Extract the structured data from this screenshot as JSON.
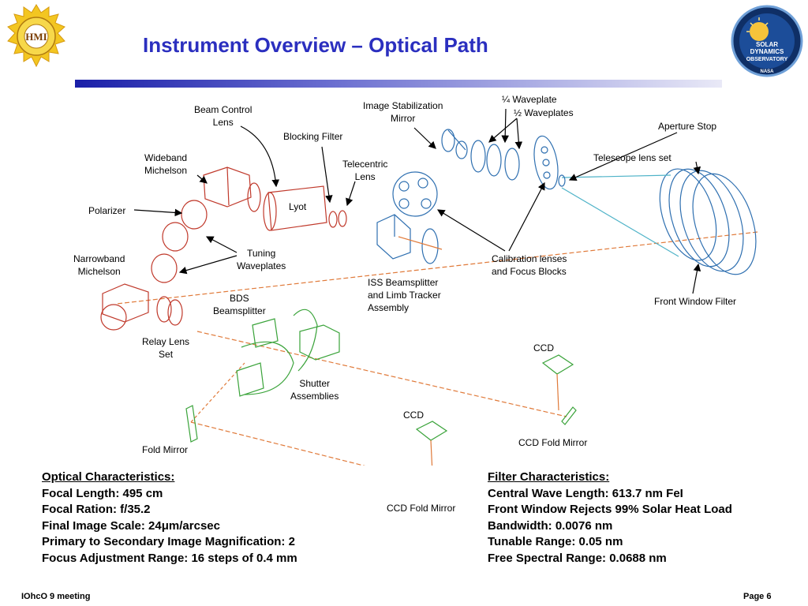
{
  "header": {
    "title": "Instrument Overview – Optical Path",
    "logo_left_text": "HMI",
    "logo_right_lines": [
      "SOLAR",
      "DYNAMICS",
      "OBSERVATORY",
      "NASA"
    ]
  },
  "labels": {
    "beam_control_lens": [
      "Beam Control",
      "Lens"
    ],
    "image_stabilization_mirror": [
      "Image Stabilization",
      "Mirror"
    ],
    "quarter_waveplate": "¼ Waveplate",
    "half_waveplates": "½ Waveplates",
    "aperture_stop": "Aperture Stop",
    "blocking_filter": "Blocking Filter",
    "wideband_michelson": [
      "Wideband",
      "Michelson"
    ],
    "telecentric_lens": [
      "Telecentric",
      "Lens"
    ],
    "telescope_lens_set": "Telescope lens set",
    "polarizer": "Polarizer",
    "lyot": "Lyot",
    "narrowband_michelson": [
      "Narrowband",
      "Michelson"
    ],
    "tuning_waveplates": [
      "Tuning",
      "Waveplates"
    ],
    "calibration_lenses": [
      "Calibration lenses",
      "and Focus Blocks"
    ],
    "iss_beamsplitter": [
      "ISS Beamsplitter",
      "and Limb Tracker",
      "Assembly"
    ],
    "bds_beamsplitter": [
      "BDS",
      "Beamsplitter"
    ],
    "front_window_filter": "Front Window Filter",
    "relay_lens_set": [
      "Relay Lens",
      "Set"
    ],
    "ccd_upper": "CCD",
    "shutter_assemblies": [
      "Shutter",
      "Assemblies"
    ],
    "ccd_lower": "CCD",
    "ccd_fold_mirror_upper": "CCD Fold Mirror",
    "fold_mirror": "Fold Mirror",
    "ccd_fold_mirror_lower": "CCD Fold Mirror"
  },
  "optical_characteristics": {
    "heading": "Optical Characteristics:",
    "lines": [
      "Focal Length: 495 cm",
      "Focal Ration: f/35.2",
      "Final Image Scale: 24μm/arcsec",
      "Primary to Secondary Image Magnification: 2",
      "Focus Adjustment Range: 16 steps of 0.4 mm"
    ]
  },
  "filter_characteristics": {
    "heading": "Filter Characteristics:",
    "lines": [
      "Central Wave Length: 613.7 nm FeI",
      "Front Window Rejects 99% Solar Heat Load",
      "Bandwidth: 0.0076 nm",
      "Tunable Range: 0.05 nm",
      "Free Spectral Range: 0.0688 nm"
    ]
  },
  "footer": {
    "meeting": "IOhcO 9 meeting",
    "page": "Page 6"
  },
  "colors": {
    "title": "#2b2fbf",
    "red_components": "#c0392b",
    "blue_components": "#2e6fb0",
    "green_components": "#3aa33a",
    "beam_path": "#e07a3a"
  }
}
